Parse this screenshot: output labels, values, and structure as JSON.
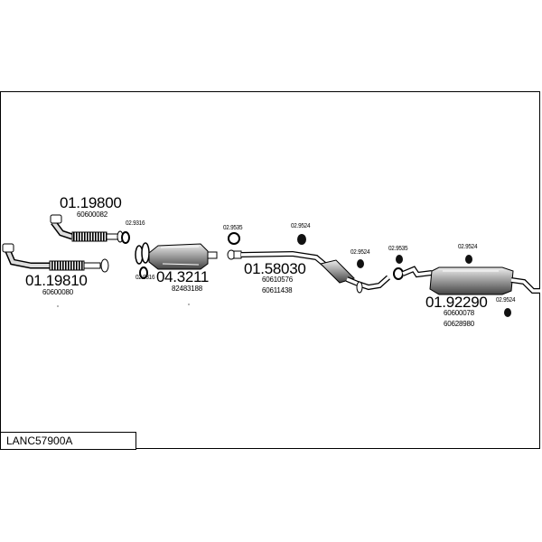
{
  "drawing": {
    "reference": "LANC57900A"
  },
  "parts": [
    {
      "id": "front-pipe-upper",
      "number": "01.19800",
      "oem": [
        "60600082"
      ]
    },
    {
      "id": "front-pipe-lower",
      "number": "01.19810",
      "oem": [
        "60600080"
      ]
    },
    {
      "id": "catalyst",
      "number": "04.3211",
      "oem": [
        "82483188"
      ]
    },
    {
      "id": "middle-silencer",
      "number": "01.58030",
      "oem": [
        "60610576",
        "60611438"
      ]
    },
    {
      "id": "rear-silencer",
      "number": "01.92290",
      "oem": [
        "60600078",
        "60628980"
      ]
    }
  ],
  "fittings": {
    "gasket_front": "02.9316",
    "gasket_cat": "02.9316",
    "ring_a": "02.9535",
    "mount_a": "02.9524",
    "mount_b": "02.9524",
    "ring_b": "02.9535",
    "mount_c": "02.9524",
    "mount_d": "02.9524"
  }
}
